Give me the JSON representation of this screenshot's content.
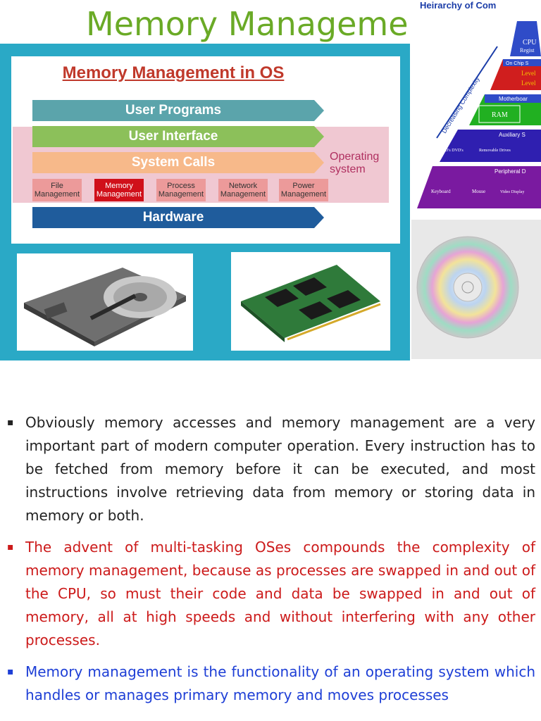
{
  "slide": {
    "title": "Memory Manageme"
  },
  "os_diagram": {
    "title": "Memory Management in OS",
    "layers": [
      "User Programs",
      "User Interface",
      "System Calls",
      "Hardware"
    ],
    "os_label_line1": "Operating",
    "os_label_line2": "system",
    "subsystems": [
      {
        "line1": "File",
        "line2": "Management"
      },
      {
        "line1": "Memory",
        "line2": "Management"
      },
      {
        "line1": "Process",
        "line2": "Management"
      },
      {
        "line1": "Network",
        "line2": "Management"
      },
      {
        "line1": "Power",
        "line2": "Management"
      }
    ]
  },
  "pyramid": {
    "title": "Heirarchy of Com",
    "side_label": "Decreasing Complexity",
    "tier1": "CPU",
    "tier1_sub": "Regist",
    "tier2_head": "On Chip S",
    "tier2_a": "Level",
    "tier2_b": "Level",
    "tier3_head": "Motherboar",
    "tier3_item": "RAM",
    "tier4_head": "Auxiliary S",
    "tier4_items": [
      "CD's DVD's",
      "Removable Drives"
    ],
    "tier5_head": "Peripheral D",
    "tier5_items": [
      "Keyboard",
      "Mouse",
      "Video Display"
    ]
  },
  "colors": {
    "title_green": "#6aaa26",
    "collage_teal": "#2aa9c6",
    "layer_teal": "#5ba4ab",
    "layer_green": "#8cc05a",
    "layer_peach": "#f7b98a",
    "layer_blue": "#1f5c9c"
  },
  "bullets": [
    "Obviously memory accesses and memory management are a very important part of modern computer operation. Every instruction has to be fetched from memory before it can be executed, and most instructions involve retrieving data from memory or storing data in memory or both.",
    "The advent of multi-tasking OSes compounds the complexity of memory management, because as processes are swapped in and out of the CPU, so must their code and data be swapped in and out of memory, all at high speeds and without interfering with any other processes.",
    "Memory management is the functionality of an operating system which handles or manages primary memory and moves processes"
  ],
  "bullet_marker": "▪"
}
